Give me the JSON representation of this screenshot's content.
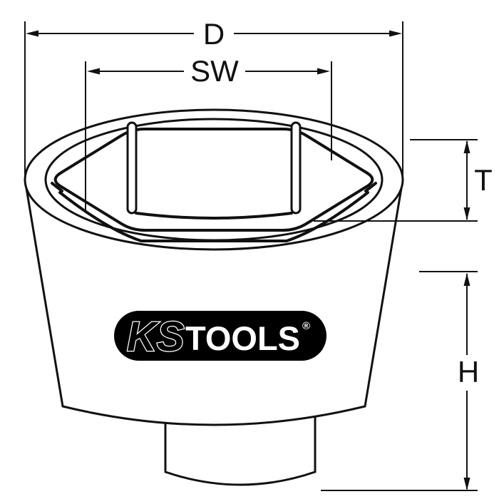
{
  "labels": {
    "d": "D",
    "sw": "SW",
    "t": "T",
    "h": "H"
  },
  "logo": {
    "ks": "KS",
    "tools": "TOOLS",
    "registered": "®"
  },
  "colors": {
    "line": "#111111",
    "background": "#ffffff",
    "logo_bg": "#000000",
    "logo_text": "#ffffff"
  }
}
